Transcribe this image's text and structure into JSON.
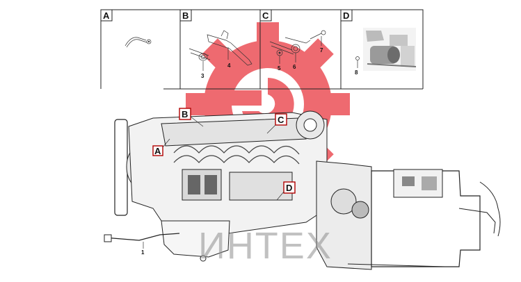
{
  "panels": [
    {
      "letter": "A"
    },
    {
      "letter": "B",
      "callouts": [
        "3",
        "4"
      ]
    },
    {
      "letter": "C",
      "callouts": [
        "5",
        "6",
        "7"
      ]
    },
    {
      "letter": "D",
      "callouts": [
        "8"
      ]
    }
  ],
  "main_labels": [
    "A",
    "B",
    "C",
    "D"
  ],
  "main_callout": "1",
  "watermark": "ИНТЕХ",
  "colors": {
    "logo": "#e8323a",
    "label_box_border": "#b00000",
    "line": "#222222"
  }
}
